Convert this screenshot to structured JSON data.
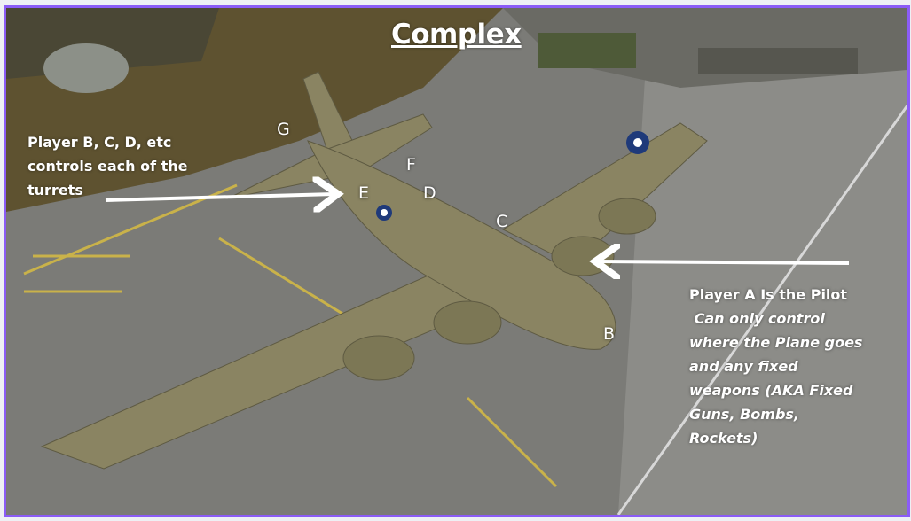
{
  "title": "Complex",
  "turret_note": {
    "lines": [
      "Player B, C, D, etc",
      "controls each of the",
      "turrets"
    ]
  },
  "pilot_note": {
    "heading": "Player A Is the Pilot",
    "lines": [
      " Can only control",
      "where the Plane goes",
      "and any fixed",
      "weapons (AKA Fixed",
      "Guns, Bombs,",
      "Rockets)"
    ]
  },
  "turret_markers": [
    "G",
    "F",
    "E",
    "D",
    "C",
    "B"
  ],
  "colors": {
    "border": "#8b5cf6",
    "text": "#ffffff",
    "aircraft": "#8a8462",
    "tarmac": "#7d7d79"
  }
}
